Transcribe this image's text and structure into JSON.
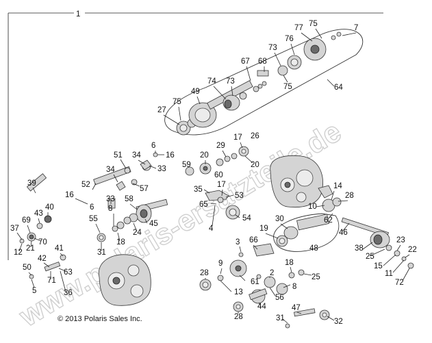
{
  "copyright": "© 2013 Polaris Sales Inc.",
  "watermark": "www.polaris-ersatzteile.de",
  "labels": {
    "l1": "1",
    "l75a": "75",
    "l7": "7",
    "l77": "77",
    "l76": "76",
    "l73a": "73",
    "l67": "67",
    "l68": "68",
    "l75b": "75",
    "l64": "64",
    "l74": "74",
    "l73b": "73",
    "l49": "49",
    "l75c": "75",
    "l27": "27",
    "l17a": "17",
    "l26": "26",
    "l29": "29",
    "l20a": "20",
    "l20b": "20",
    "l59": "59",
    "l60": "60",
    "l6a": "6",
    "l16a": "16",
    "l51": "51",
    "l34a": "34",
    "l33a": "33",
    "l34b": "34",
    "l57": "57",
    "l35": "35",
    "l17b": "17",
    "l53": "53",
    "l65": "65",
    "l54": "54",
    "l4": "4",
    "l39": "39",
    "l52": "52",
    "l16b": "16",
    "l6b": "6",
    "l33b": "33",
    "l58": "58",
    "l8a": "8",
    "l45": "45",
    "l24": "24",
    "l55": "55",
    "l18a": "18",
    "l40": "40",
    "l43": "43",
    "l69": "69",
    "l37": "37",
    "l70": "70",
    "l21": "21",
    "l12": "12",
    "l31a": "31",
    "l41": "41",
    "l42": "42",
    "l50": "50",
    "l63": "63",
    "l71": "71",
    "l36": "36",
    "l5": "5",
    "l14": "14",
    "l28a": "28",
    "l10": "10",
    "l62": "62",
    "l30": "30",
    "l19": "19",
    "l46": "46",
    "l48": "48",
    "l3": "3",
    "l66": "66",
    "l38": "38",
    "l23": "23",
    "l25a": "25",
    "l22": "22",
    "l15": "15",
    "l11": "11",
    "l72": "72",
    "l9": "9",
    "l28b": "28",
    "l61": "61",
    "l2": "2",
    "l18b": "18",
    "l8b": "8",
    "l25b": "25",
    "l13": "13",
    "l56": "56",
    "l44": "44",
    "l28c": "28",
    "l47": "47",
    "l31b": "31",
    "l32": "32"
  }
}
